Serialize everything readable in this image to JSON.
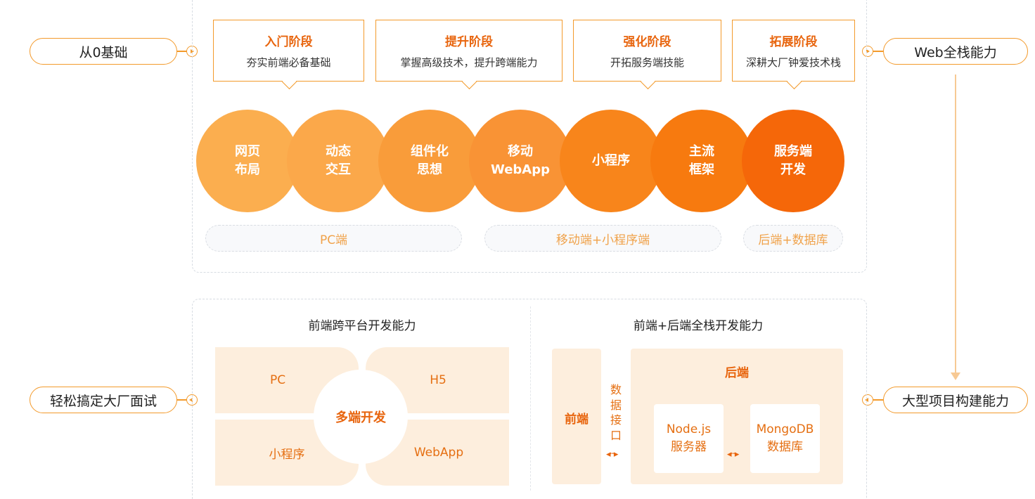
{
  "pills": {
    "start": "从0基础",
    "goal": "Web全栈能力",
    "project": "大型项目构建能力",
    "interview": "轻松搞定大厂面试"
  },
  "stages": [
    {
      "title": "入门阶段",
      "desc": "夯实前端必备基础"
    },
    {
      "title": "提升阶段",
      "desc": "掌握高级技术，提升跨端能力"
    },
    {
      "title": "强化阶段",
      "desc": "开拓服务端技能"
    },
    {
      "title": "拓展阶段",
      "desc": "深耕大厂钟爱技术栈"
    }
  ],
  "bubbles": [
    {
      "label": "网页\n布局",
      "color": "#fbae4f"
    },
    {
      "label": "动态\n交互",
      "color": "#fba84a"
    },
    {
      "label": "组件化\n思想",
      "color": "#f99c3a"
    },
    {
      "label": "移动\nWebApp",
      "color": "#f99335"
    },
    {
      "label": "小程序",
      "color": "#f8851b"
    },
    {
      "label": "主流\n框架",
      "color": "#f77a0f"
    },
    {
      "label": "服务端\n开发",
      "color": "#f56709"
    }
  ],
  "categories": [
    "PC端",
    "移动端+小程序端",
    "后端+数据库"
  ],
  "cross_platform": {
    "title": "前端跨平台开发能力",
    "center": "多端开发",
    "quadrants": [
      "PC",
      "H5",
      "小程序",
      "WebApp"
    ]
  },
  "fullstack": {
    "title": "前端+后端全栈开发能力",
    "frontend": "前端",
    "api": "数\n据\n接\n口",
    "backend": "后端",
    "server_name": "Node.js",
    "server_label": "服务器",
    "db_name": "MongoDB",
    "db_label": "数据库"
  },
  "colors": {
    "accent": "#f39a2b",
    "text_orange": "#e8650e",
    "cream": "#fdeedd"
  }
}
